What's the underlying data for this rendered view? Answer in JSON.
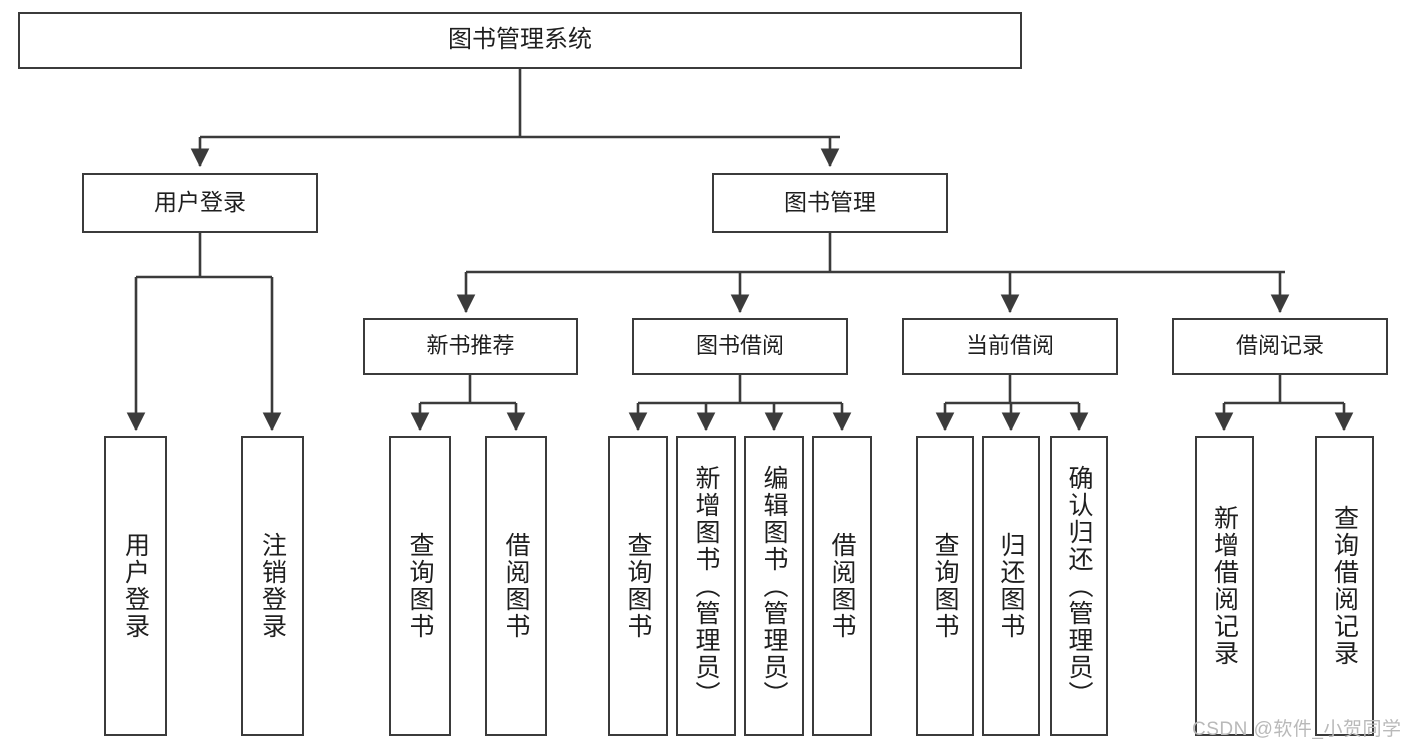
{
  "diagram": {
    "title": "图书管理系统",
    "type": "tree-hierarchy-diagram",
    "root": {
      "label": "图书管理系统"
    },
    "level1": [
      {
        "label": "用户登录"
      },
      {
        "label": "图书管理"
      }
    ],
    "level2": [
      {
        "label": "新书推荐"
      },
      {
        "label": "图书借阅"
      },
      {
        "label": "当前借阅"
      },
      {
        "label": "借阅记录"
      }
    ],
    "leaves": {
      "user_login": [
        {
          "label": "用户登录"
        },
        {
          "label": "注销登录"
        }
      ],
      "new_book_recommend": [
        {
          "label": "查询图书"
        },
        {
          "label": "借阅图书"
        }
      ],
      "book_borrow": [
        {
          "label": "查询图书"
        },
        {
          "label": "新增图书（管理员）"
        },
        {
          "label": "编辑图书（管理员）"
        },
        {
          "label": "借阅图书"
        }
      ],
      "current_borrow": [
        {
          "label": "查询图书"
        },
        {
          "label": "归还图书"
        },
        {
          "label": "确认归还（管理员）"
        }
      ],
      "borrow_record": [
        {
          "label": "新增借阅记录"
        },
        {
          "label": "查询借阅记录"
        }
      ]
    },
    "watermark": {
      "text": "CSDN @软件_小贺同学"
    },
    "colors": {
      "stroke": "#3b3b3b",
      "fill": "#ffffff",
      "text": "#1f1f1f",
      "watermark": "#b9b9b9"
    }
  }
}
